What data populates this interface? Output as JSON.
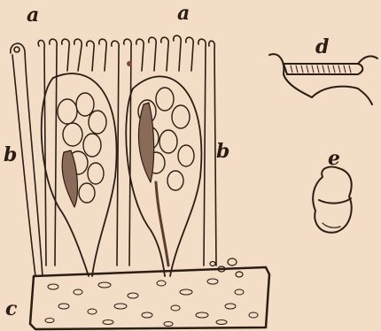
{
  "figure": {
    "labels": {
      "a_left": "a",
      "a_right": "a",
      "b_left": "b",
      "b_right": "b",
      "c": "c",
      "d": "d",
      "e": "e"
    }
  },
  "colors": {
    "background": "#f4ddc6",
    "ink": "#2b1d14",
    "shade": "#8a6a58"
  }
}
